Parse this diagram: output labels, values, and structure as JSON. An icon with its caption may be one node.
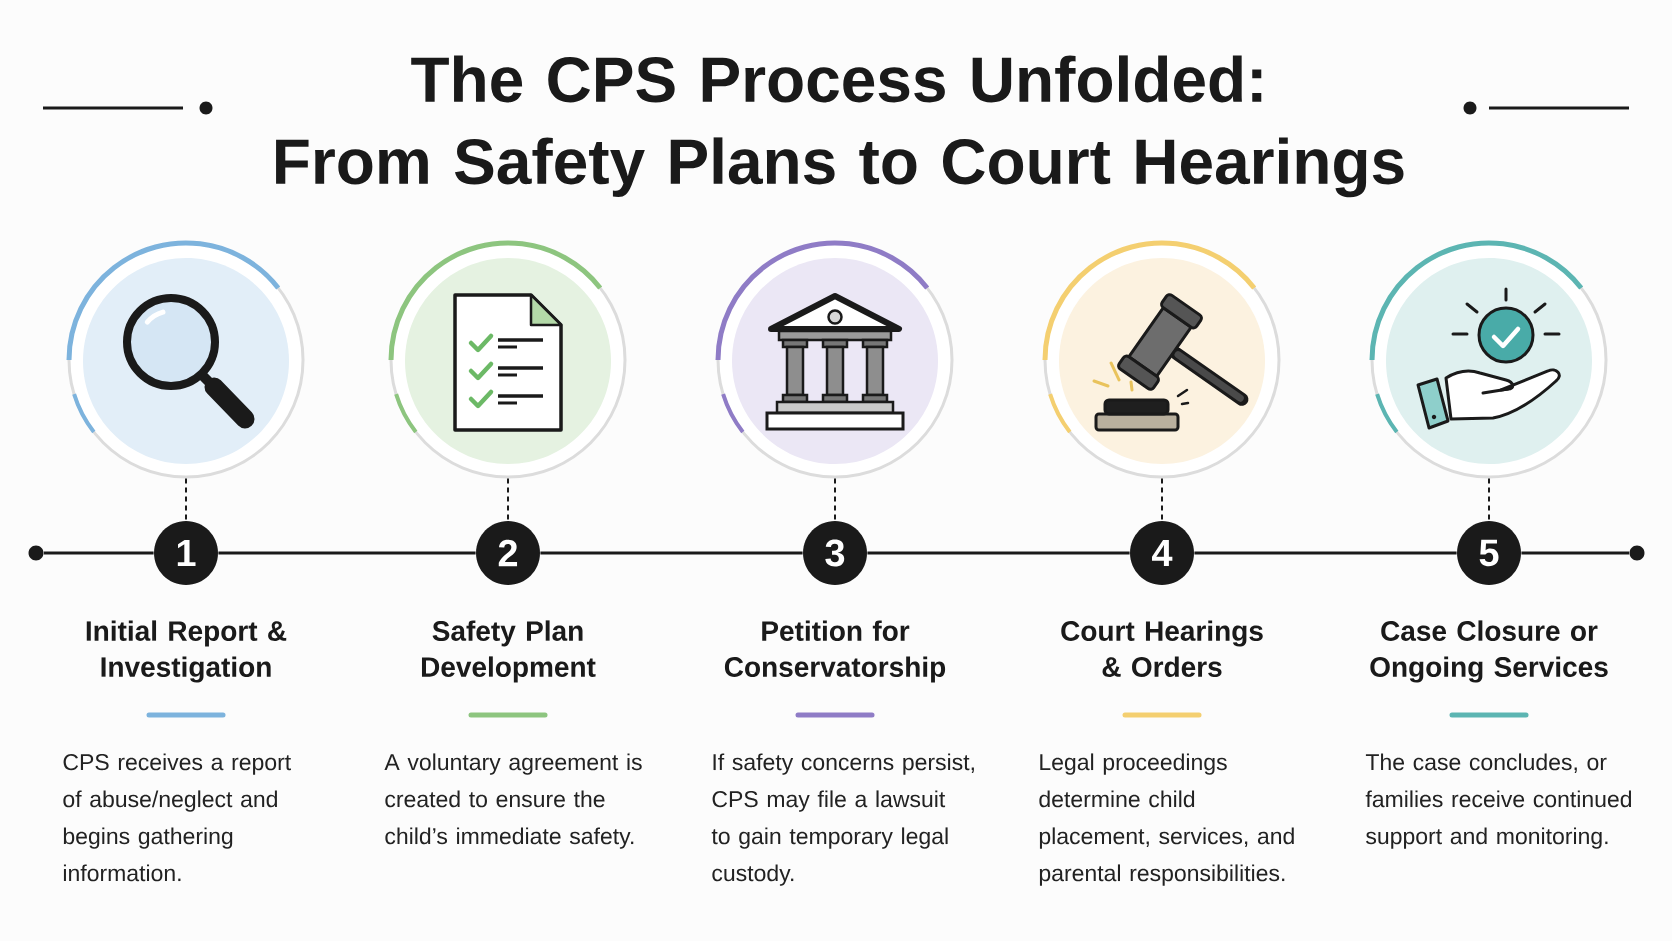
{
  "diagram": {
    "title": "The CPS Process Unfolded: From Safety Plans to Court Hearings",
    "nodes": [
      {
        "text": [],
        "shape": "circle"
      },
      {
        "text": [],
        "shape": "picture"
      },
      {
        "text": [
          "1"
        ],
        "beside": [
          "Initial Report & Investigation",
          "CPS receives a report of abuse/neglect and begins gathering information."
        ]
      },
      {
        "text": [],
        "shape": "picture"
      },
      {
        "text": [
          "2"
        ],
        "beside": [
          "Safety Plan Development",
          "A voluntary agreement is created to ensure the child’s immediate safety."
        ]
      },
      {
        "text": [],
        "shape": "picture"
      },
      {
        "text": [
          "3"
        ],
        "beside": [
          "Petition for Conservatorship",
          "If safety concerns persist, CPS may file a lawsuit to gain temporary legal custody."
        ]
      },
      {
        "text": [],
        "shape": "picture"
      },
      {
        "text": [
          "4"
        ],
        "beside": [
          "Court Hearings & Orders",
          "Legal proceedings determine child placement, services, and parental responsibilities."
        ]
      },
      {
        "text": [],
        "shape": "picture"
      },
      {
        "text": [
          "5"
        ],
        "beside": [
          "Case Closure or Ongoing Services",
          "The case concludes, or families receive continued support and monitoring."
        ]
      },
      {
        "text": [],
        "shape": "circle"
      }
    ],
    "edges": [
      {
        "from": 1,
        "to": 2,
        "arrow": "none",
        "style": "dashed"
      },
      {
        "from": 3,
        "to": 4,
        "arrow": "none",
        "style": "dashed"
      },
      {
        "from": 5,
        "to": 6,
        "arrow": "none",
        "style": "dashed"
      },
      {
        "from": 7,
        "to": 8,
        "arrow": "none",
        "style": "dashed"
      },
      {
        "from": 9,
        "to": 10,
        "arrow": "none",
        "style": "dashed"
      },
      {
        "from": 0,
        "to": 2,
        "arrow": "none"
      },
      {
        "from": 2,
        "to": 4,
        "arrow": "none"
      },
      {
        "from": 4,
        "to": 6,
        "arrow": "none"
      },
      {
        "from": 6,
        "to": 8,
        "arrow": "none"
      },
      {
        "from": 8,
        "to": 10,
        "arrow": "none"
      },
      {
        "from": 10,
        "to": 11,
        "arrow": "none"
      }
    ]
  }
}
